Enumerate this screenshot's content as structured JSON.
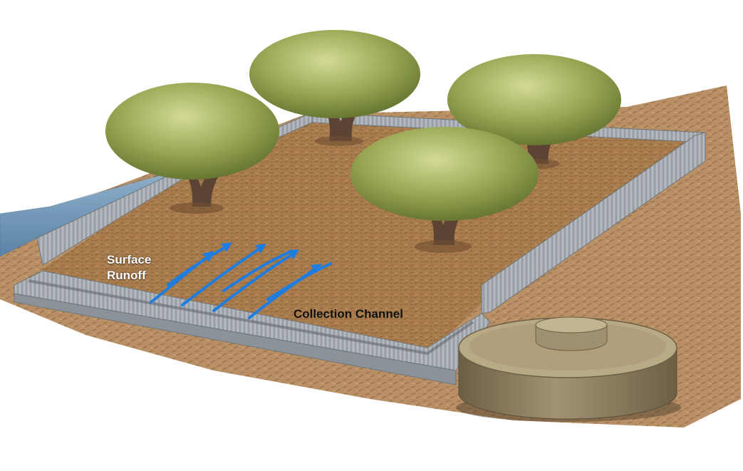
{
  "labels": {
    "surface_runoff_line1": "Surface",
    "surface_runoff_line2": "Runoff",
    "collection_channel": "Collection Channel"
  },
  "colors": {
    "soil": "#a97c4e",
    "soil_dark": "#7a5532",
    "ground": "#b58a5c",
    "water": "#6f95b6",
    "wall": "#a6acb1",
    "wall_dark": "#6e757b",
    "foliage": "#8a9a48",
    "foliage_light": "#c6cf86",
    "trunk": "#5b4433",
    "runoff_arrows": "#1f7de0",
    "tank": "#9c8d6c",
    "tank_dark": "#6c5f45",
    "runoff_label": "#ffffff",
    "channel_label": "#111111"
  },
  "icons": {
    "trees": [
      "tree-icon",
      "tree-icon",
      "tree-icon",
      "tree-icon"
    ],
    "arrows": "water-flow-arrow-icon",
    "tank": "storage-tank-icon"
  }
}
